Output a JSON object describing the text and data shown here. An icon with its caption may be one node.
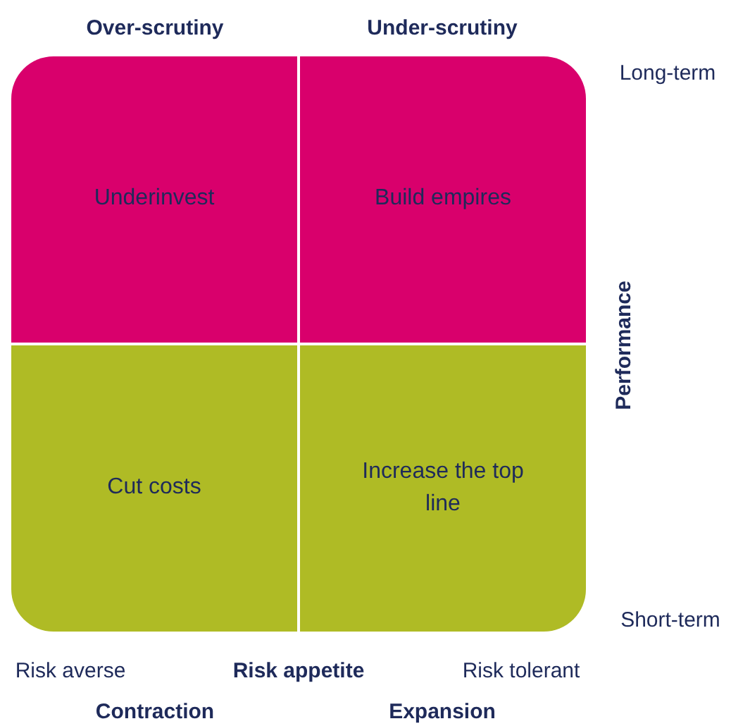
{
  "diagram": {
    "nodes": [
      {
        "text": [
          "Underinvest"
        ]
      },
      {
        "text": [
          "Build empires"
        ]
      },
      {
        "text": [
          "Cut costs"
        ]
      },
      {
        "text": [
          "Increase the top line"
        ]
      }
    ],
    "labels": [
      "Over-scrutiny",
      "Under-scrutiny",
      "Long-term",
      "Performance",
      "Short-term",
      "Risk averse",
      "Risk appetite",
      "Risk tolerant",
      "Contraction",
      "Expansion"
    ]
  }
}
